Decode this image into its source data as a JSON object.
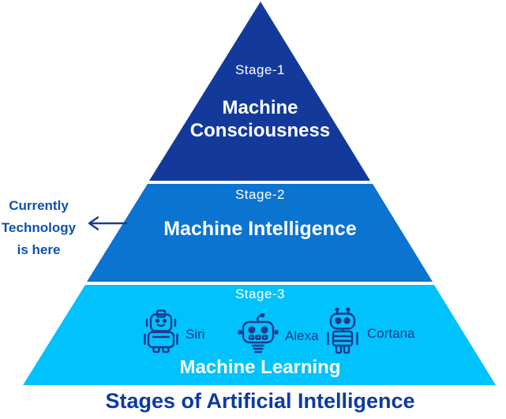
{
  "caption": "Stages of Artificial Intelligence",
  "annotation": {
    "lines": [
      "Currently",
      "Technology",
      "is here"
    ],
    "arrow_icon": "left-arrow-icon"
  },
  "stages": [
    {
      "label": "Stage-1",
      "name": "Machine Consciousness",
      "color": "#133A9B"
    },
    {
      "label": "Stage-2",
      "name": "Machine Intelligence",
      "color": "#0B74D0"
    },
    {
      "label": "Stage-3",
      "name": "Machine Learning",
      "color": "#00C2FC"
    }
  ],
  "assistants": [
    {
      "name": "Siri",
      "icon": "siri-robot-icon"
    },
    {
      "name": "Alexa",
      "icon": "alexa-robot-icon"
    },
    {
      "name": "Cortana",
      "icon": "cortana-robot-icon"
    }
  ],
  "colors": {
    "stage1_blue": "#133A9B",
    "stage2_blue": "#0B74D0",
    "stage3_cyan": "#00C2FC",
    "icon_navy": "#1C3A8E",
    "annotation_blue": "#0C52B0",
    "caption_navy": "#0C3AA3",
    "stage_text": "#FFFFFF"
  }
}
